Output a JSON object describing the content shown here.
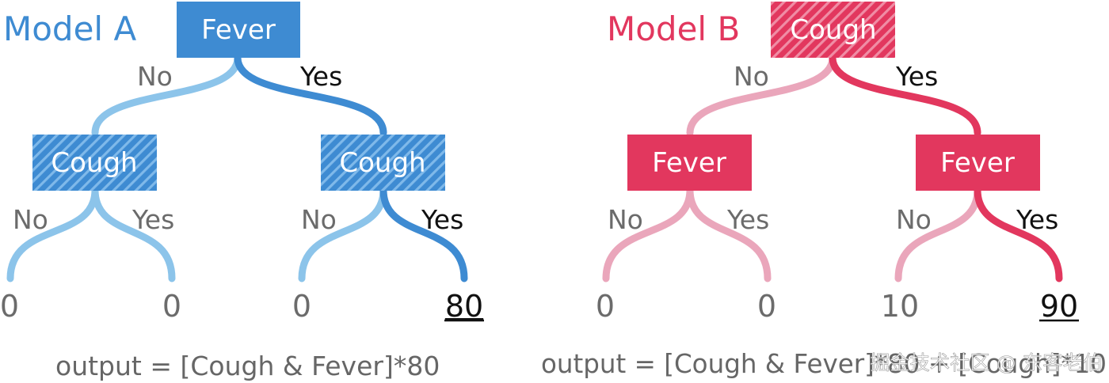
{
  "colors": {
    "blue_light": "#8cc4ea",
    "blue_dark": "#3e8bd2",
    "pink_light": "#eaa6bb",
    "pink_dark": "#e2375e",
    "label_gray": "#6b6b6b",
    "label_black": "#111111"
  },
  "model_a": {
    "title": "Model A",
    "root": "Fever",
    "edge_no": "No",
    "edge_yes": "Yes",
    "left": {
      "label": "Cough",
      "edge_no": "No",
      "edge_yes": "Yes",
      "leaf_no": "0",
      "leaf_yes": "0"
    },
    "right": {
      "label": "Cough",
      "edge_no": "No",
      "edge_yes": "Yes",
      "leaf_no": "0",
      "leaf_yes": "80"
    },
    "formula": "output = [Cough & Fever]*80"
  },
  "model_b": {
    "title": "Model B",
    "root": "Cough",
    "edge_no": "No",
    "edge_yes": "Yes",
    "left": {
      "label": "Fever",
      "edge_no": "No",
      "edge_yes": "Yes",
      "leaf_no": "0",
      "leaf_yes": "0"
    },
    "right": {
      "label": "Fever",
      "edge_no": "No",
      "edge_yes": "Yes",
      "leaf_no": "10",
      "leaf_yes": "90"
    },
    "formula": "output = [Cough & Fever]*80 + [Cough]*10"
  },
  "watermark": "掘金技术社区 @ 东客老伯"
}
